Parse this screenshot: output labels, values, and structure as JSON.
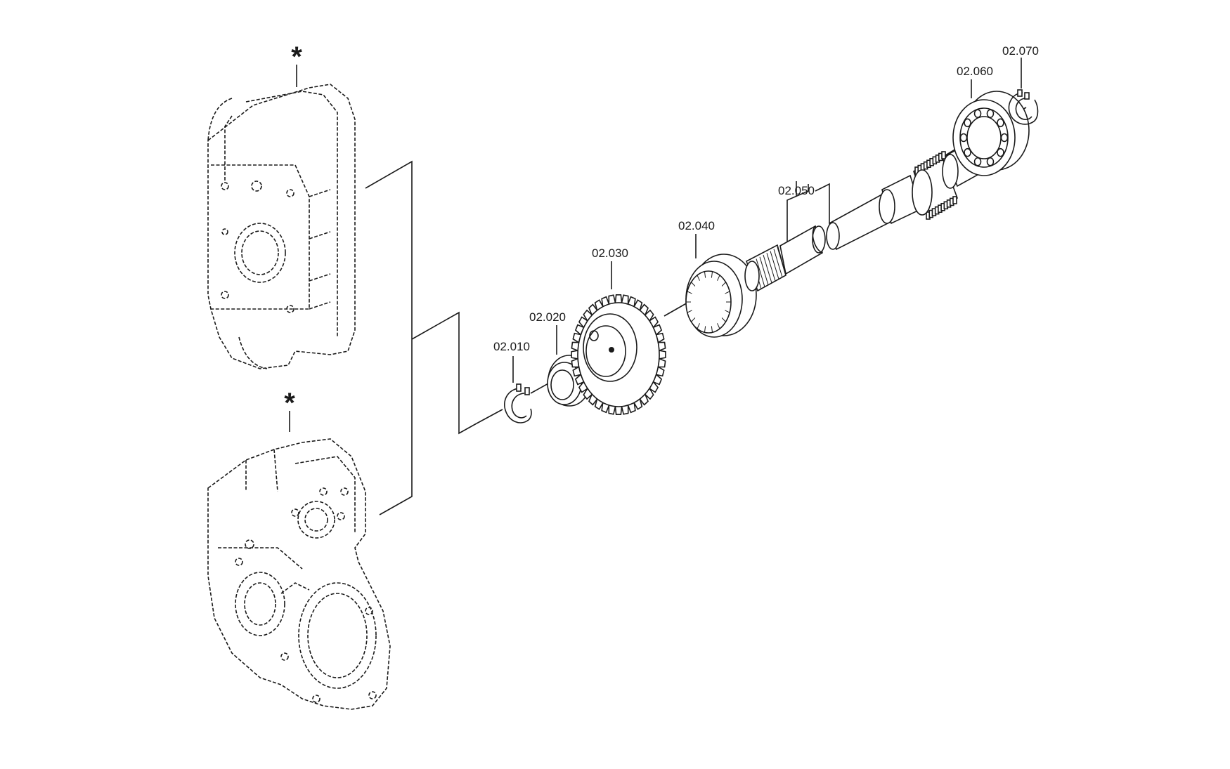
{
  "diagram": {
    "marker": "*",
    "parts": [
      {
        "id": "p010",
        "label": "02.010"
      },
      {
        "id": "p020",
        "label": "02.020"
      },
      {
        "id": "p030",
        "label": "02.030"
      },
      {
        "id": "p040",
        "label": "02.040"
      },
      {
        "id": "p050",
        "label": "02.050"
      },
      {
        "id": "p060",
        "label": "02.060"
      },
      {
        "id": "p070",
        "label": "02.070"
      }
    ]
  }
}
